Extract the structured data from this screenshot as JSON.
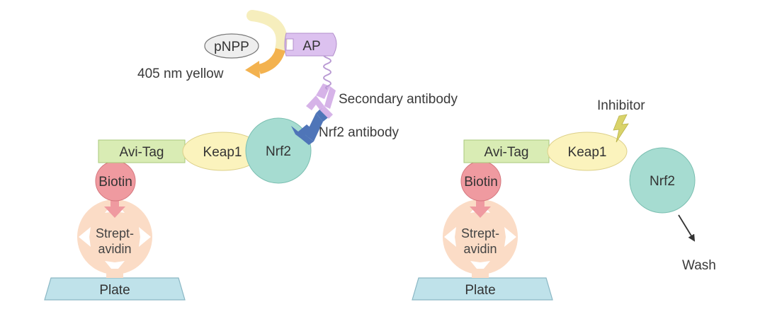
{
  "left": {
    "pnpp": "pNPP",
    "ap": "AP",
    "yellow": "405 nm yellow",
    "secondary": "Secondary antibody",
    "nrf2_antibody": "Nrf2 antibody",
    "avi_tag": "Avi-Tag",
    "keap1": "Keap1",
    "nrf2": "Nrf2",
    "biotin": "Biotin",
    "strept1": "Strept-",
    "strept2": "avidin",
    "plate": "Plate"
  },
  "right": {
    "inhibitor": "Inhibitor",
    "avi_tag": "Avi-Tag",
    "keap1": "Keap1",
    "nrf2": "Nrf2",
    "biotin": "Biotin",
    "strept1": "Strept-",
    "strept2": "avidin",
    "plate": "Plate",
    "wash": "Wash"
  },
  "colors": {
    "avi_tag_fill": "#d9ecb4",
    "keap1_fill": "#fbf3bd",
    "nrf2_fill": "#a6dcd1",
    "biotin_fill": "#ef9aa0",
    "streptavidin_fill": "#fbdcc6",
    "plate_fill": "#bfe2ea",
    "ap_fill": "#dcc1ef",
    "pnpp_fill": "#eeeeee",
    "arrow_orange": "#f3b24f",
    "antibody_blue": "#4f75b8",
    "secondary_purple": "#d6b3e8",
    "lightning": "#d9d36a"
  }
}
